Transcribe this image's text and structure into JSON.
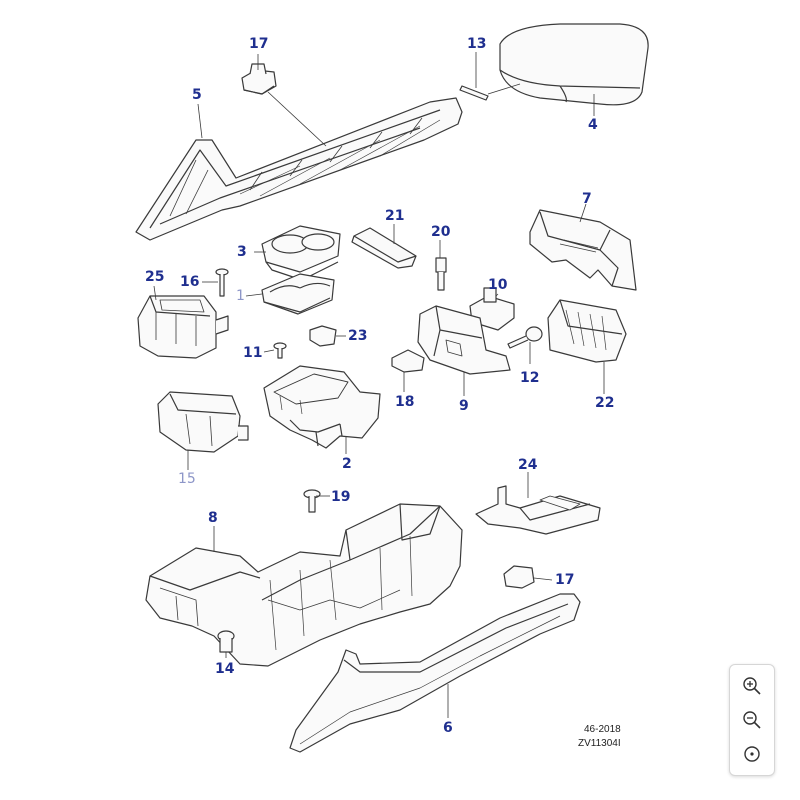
{
  "diagram": {
    "callouts": [
      {
        "label": "17"
      },
      {
        "label": "13"
      },
      {
        "label": "5"
      },
      {
        "label": "4"
      },
      {
        "label": "21"
      },
      {
        "label": "7"
      },
      {
        "label": "3"
      },
      {
        "label": "20"
      },
      {
        "label": "25"
      },
      {
        "label": "16"
      },
      {
        "label": "1"
      },
      {
        "label": "10"
      },
      {
        "label": "23"
      },
      {
        "label": "11"
      },
      {
        "label": "12"
      },
      {
        "label": "18"
      },
      {
        "label": "9"
      },
      {
        "label": "22"
      },
      {
        "label": "2"
      },
      {
        "label": "15"
      },
      {
        "label": "24"
      },
      {
        "label": "19"
      },
      {
        "label": "8"
      },
      {
        "label": "17"
      },
      {
        "label": "14"
      },
      {
        "label": "6"
      }
    ],
    "reference": {
      "date": "46-2018",
      "code": "ZV11304I"
    }
  },
  "controls": {
    "zoom_in_icon": "zoom-in-icon",
    "zoom_out_icon": "zoom-out-icon",
    "reset_icon": "reset-icon"
  },
  "colors": {
    "callout": "#1f2f8f",
    "callout_faded": "#8d96c8",
    "line": "#3a3a3a"
  }
}
